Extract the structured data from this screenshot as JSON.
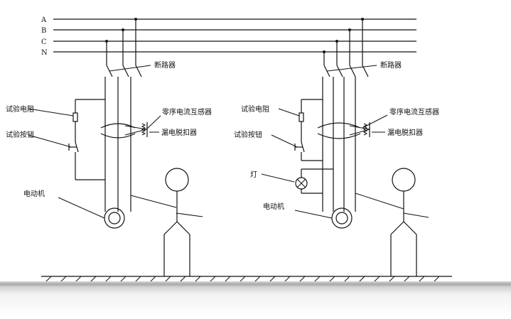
{
  "bus_labels": [
    "A",
    "B",
    "C",
    "N"
  ],
  "left": {
    "breaker": "断路器",
    "test_resistor": "试验电阻",
    "test_button": "试验按钮",
    "zero_seq_ct": "零序电流互感器",
    "leakage_release": "漏电脱扣器",
    "motor": "电动机"
  },
  "right": {
    "breaker": "断路器",
    "test_resistor": "试验电阻",
    "test_button": "试验按钮",
    "zero_seq_ct": "零序电流互感器",
    "leakage_release": "漏电脱扣器",
    "lamp": "灯",
    "motor": "电动机"
  },
  "colors": {
    "line": "#111111",
    "background": "#ffffff",
    "footer": "#b0b0b0"
  }
}
